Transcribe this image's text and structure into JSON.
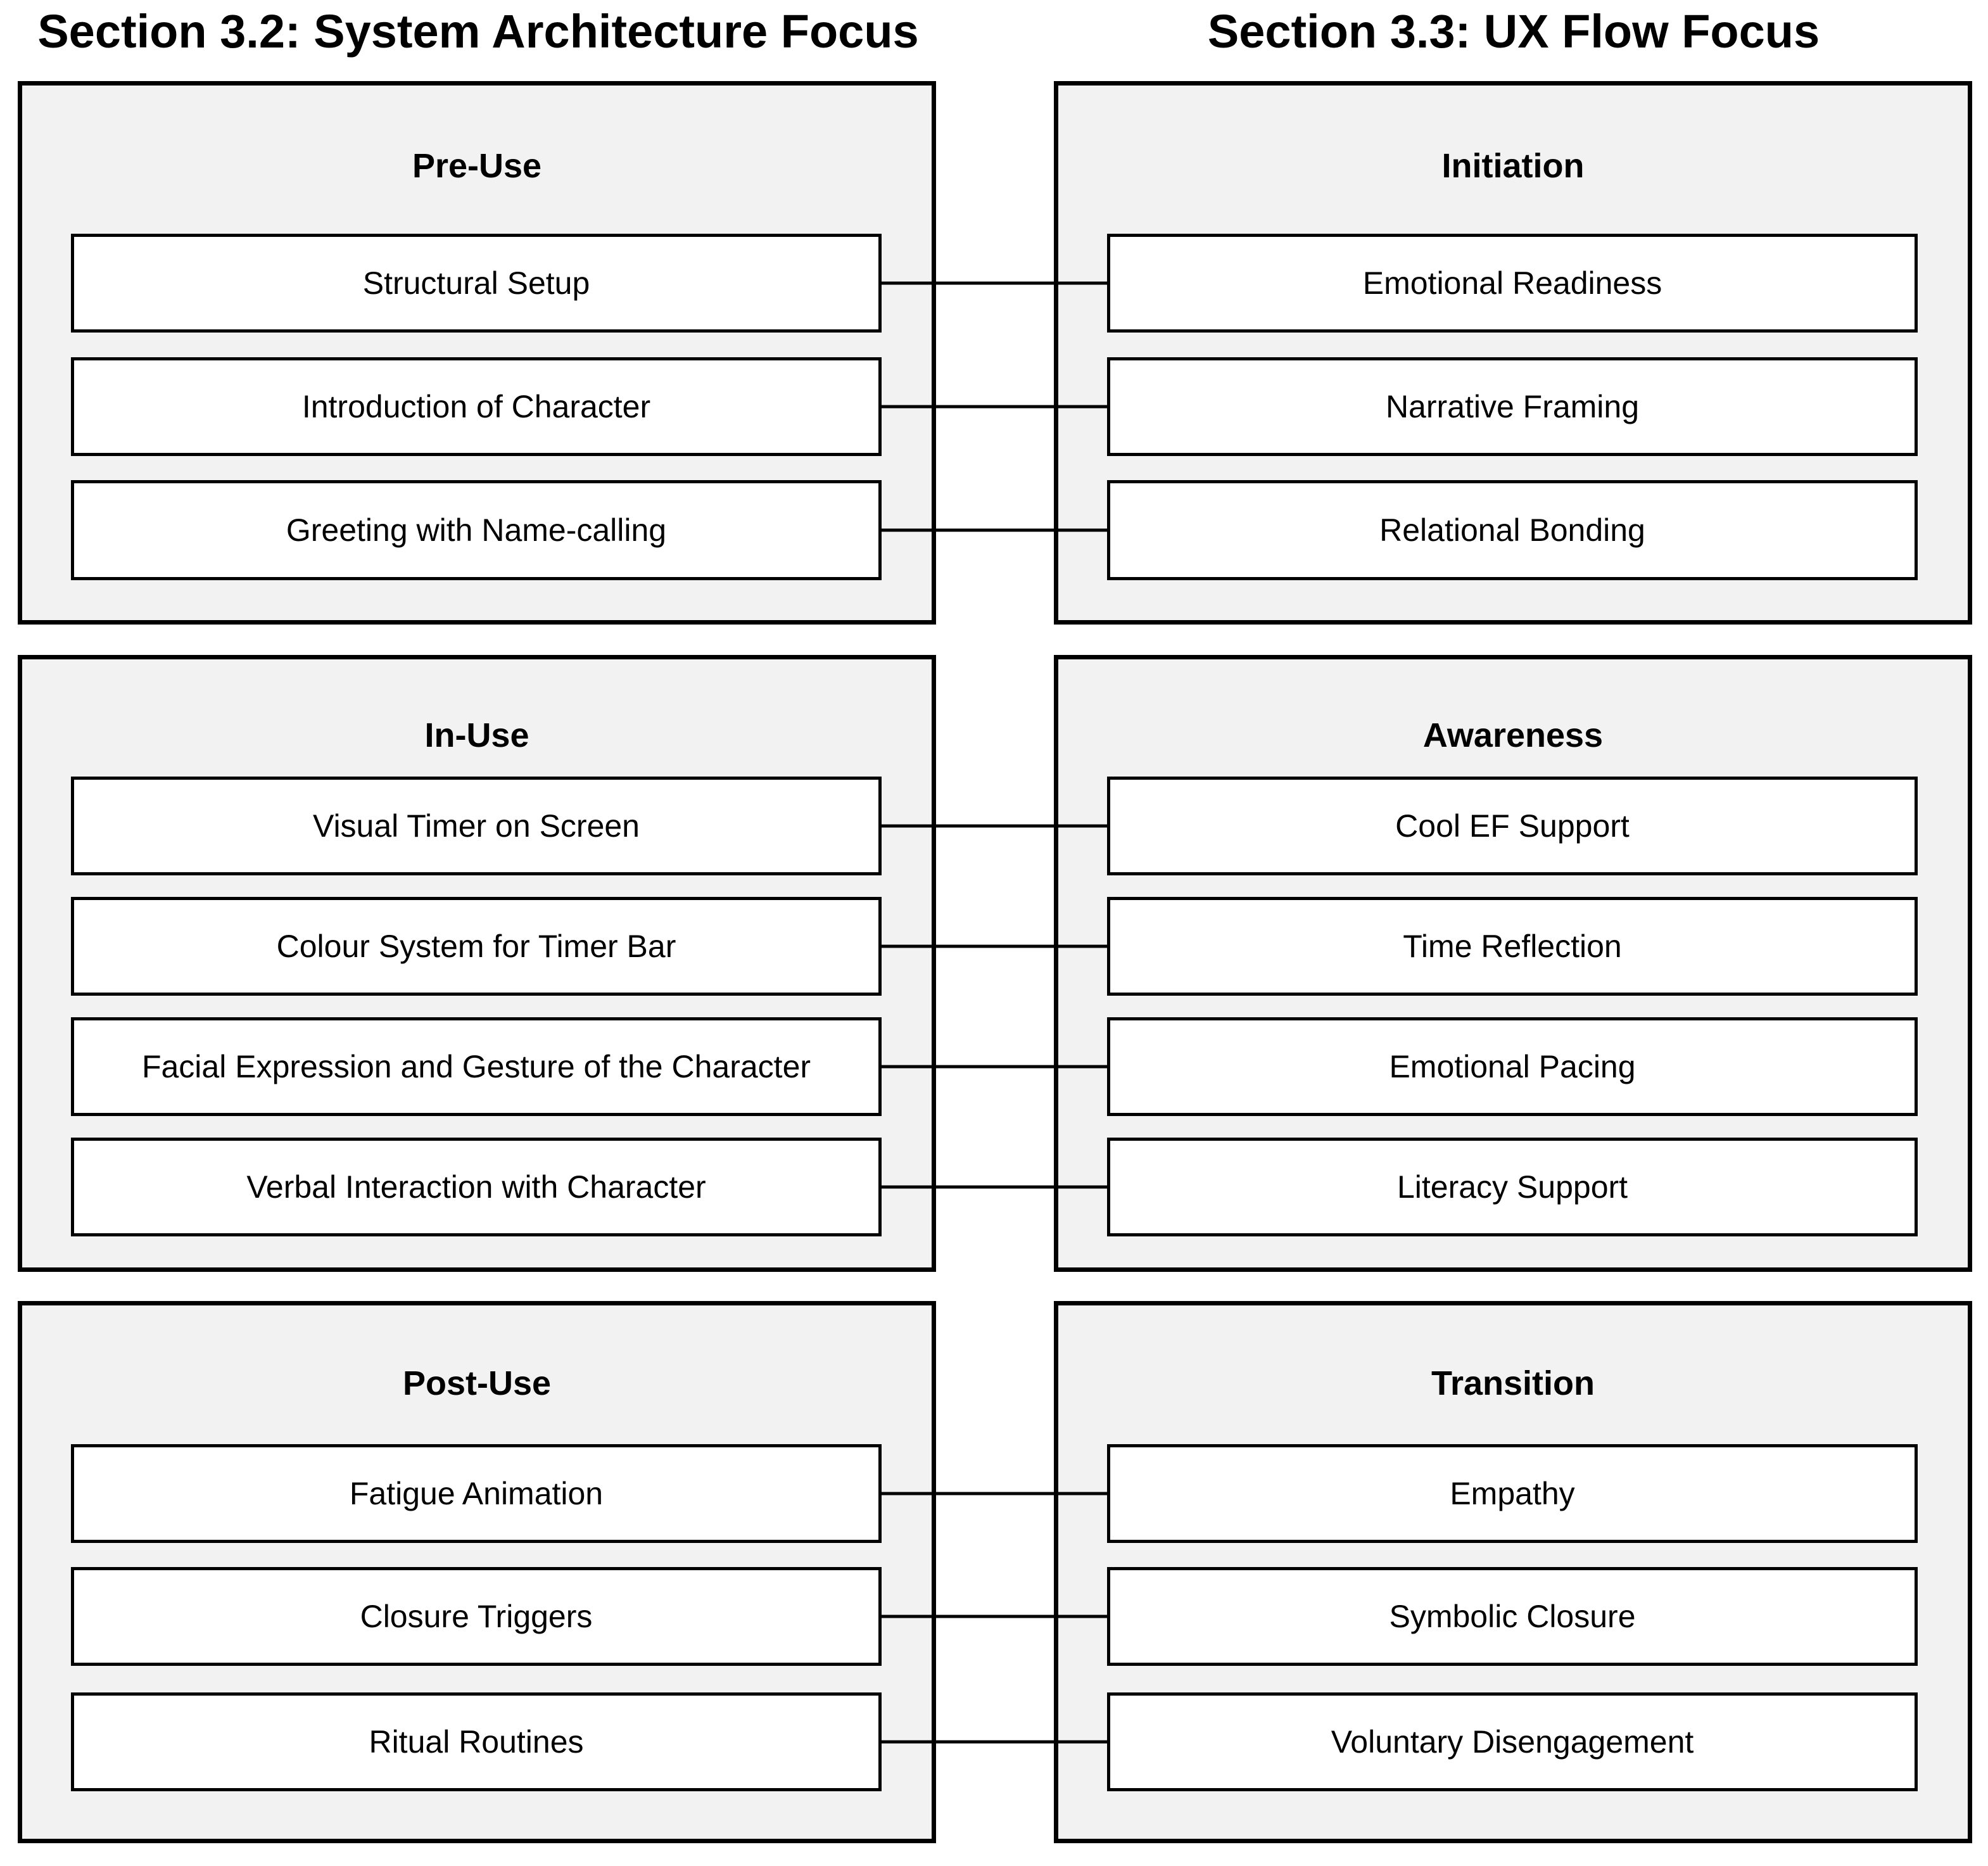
{
  "headings": {
    "left": "Section 3.2: System Architecture Focus",
    "right": "Section 3.3: UX Flow Focus"
  },
  "rows": [
    {
      "left": {
        "title": "Pre-Use",
        "items": [
          "Structural Setup",
          "Introduction of Character",
          "Greeting with Name-calling"
        ]
      },
      "right": {
        "title": "Initiation",
        "items": [
          "Emotional Readiness",
          "Narrative Framing",
          "Relational Bonding"
        ]
      }
    },
    {
      "left": {
        "title": "In-Use",
        "items": [
          "Visual Timer on Screen",
          "Colour System for Timer Bar",
          "Facial Expression and Gesture of the Character",
          "Verbal Interaction with Character"
        ]
      },
      "right": {
        "title": "Awareness",
        "items": [
          "Cool EF Support",
          "Time Reflection",
          "Emotional Pacing",
          "Literacy Support"
        ]
      }
    },
    {
      "left": {
        "title": "Post-Use",
        "items": [
          "Fatigue Animation",
          "Closure Triggers",
          "Ritual Routines"
        ]
      },
      "right": {
        "title": "Transition",
        "items": [
          "Empathy",
          "Symbolic Closure",
          "Voluntary Disengagement"
        ]
      }
    }
  ]
}
